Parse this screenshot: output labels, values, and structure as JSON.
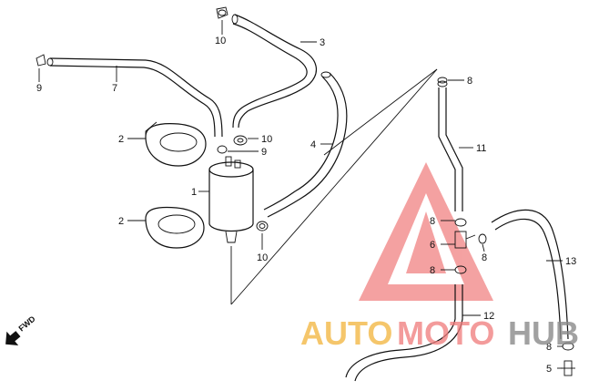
{
  "callouts": {
    "c1": "1",
    "c2a": "2",
    "c2b": "2",
    "c3": "3",
    "c4": "4",
    "c5": "5",
    "c6": "6",
    "c7": "7",
    "c8a": "8",
    "c8b": "8",
    "c8c": "8",
    "c8d": "8",
    "c8e": "8",
    "c9a": "9",
    "c9b": "9",
    "c10a": "10",
    "c10b": "10",
    "c10c": "10",
    "c11": "11",
    "c12": "12",
    "c13": "13"
  },
  "fwd_label": "FWD",
  "watermark": {
    "part1": "AUTO",
    "part2": "MOTO",
    "part3": "HUB",
    "colors": {
      "auto": "#f2b43a",
      "moto": "#f07a7a",
      "hub": "#8a8a8a",
      "triangle": "#f07a7a"
    }
  }
}
